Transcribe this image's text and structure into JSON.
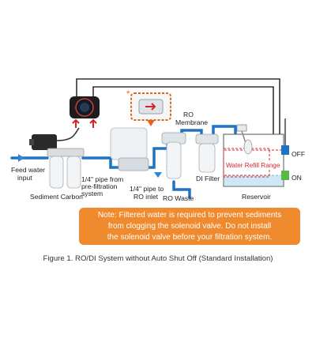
{
  "labels": {
    "feed_water": [
      "Feed water",
      "input"
    ],
    "sediment_carbon": "Sediment Carbon",
    "pipe_prefiltration": [
      "1/4\" pipe from",
      "pre-filtration",
      "system"
    ],
    "pipe_ro_inlet": [
      "1/4\" pipe to",
      "RO inlet"
    ],
    "ro_membrane": [
      "RO",
      "Membrane"
    ],
    "ro_waste": "RO Waste",
    "di_filter": "DI Filter",
    "reservoir": "Reservoir",
    "water_refill_range": "Water Refill Range",
    "switch_off": "OFF",
    "switch_on": "ON",
    "asterisk": "*"
  },
  "note": {
    "lines": [
      "Note: Filtered water is required to prevent sediments",
      "from clogging the solenoid valve. Do not install",
      "the solenoid valve before your filtration system."
    ]
  },
  "caption": "Figure 1. RO/DI System without Auto Shut Off (Standard Installation)",
  "colors": {
    "pipe": "#1f73c4",
    "arrow": "#2f86d6",
    "note_bg": "#ef8a2f",
    "refill_range": "#d8262d",
    "water": "#cfe8f7",
    "wire": "#333333"
  }
}
